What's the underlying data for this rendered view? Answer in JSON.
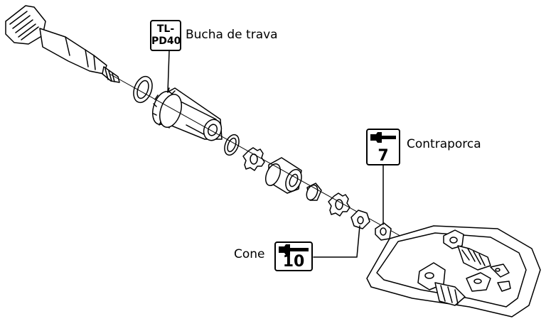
{
  "labels": {
    "lock_bushing": "Bucha de trava",
    "locknut": "Contraporca",
    "cone": "Cone"
  },
  "tools": {
    "tl_pd40_line1": "TL-",
    "tl_pd40_line2": "PD40",
    "wrench_7": "7",
    "wrench_10": "10"
  },
  "icons": [
    "wrench-icon",
    "tool-code-icon"
  ],
  "colors": {
    "line": "#000000",
    "background": "#ffffff"
  }
}
